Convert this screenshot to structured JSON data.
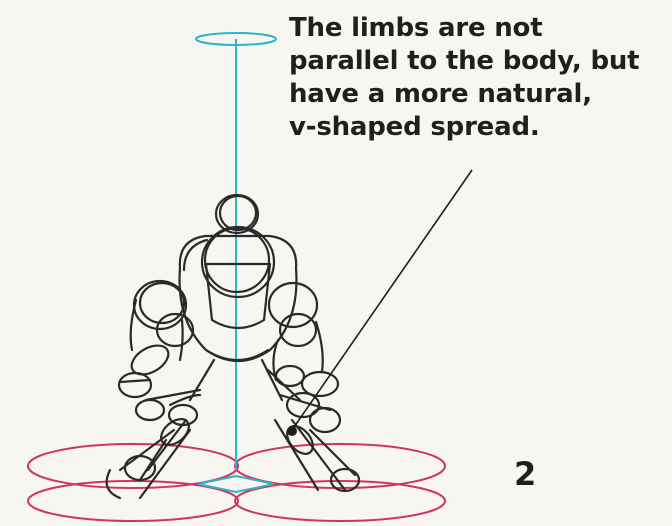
{
  "annotation": {
    "lines": [
      "The limbs are not",
      "parallel to the body, but",
      "have a more natural,",
      "v-shaped spread."
    ]
  },
  "step_number": "2",
  "colors": {
    "background": "#f7f6f1",
    "sketch": "#2a2a2a",
    "guide_axis": "#2bb3c9",
    "ground_ellipses": "#d0355f",
    "text": "#1f1f1f"
  }
}
